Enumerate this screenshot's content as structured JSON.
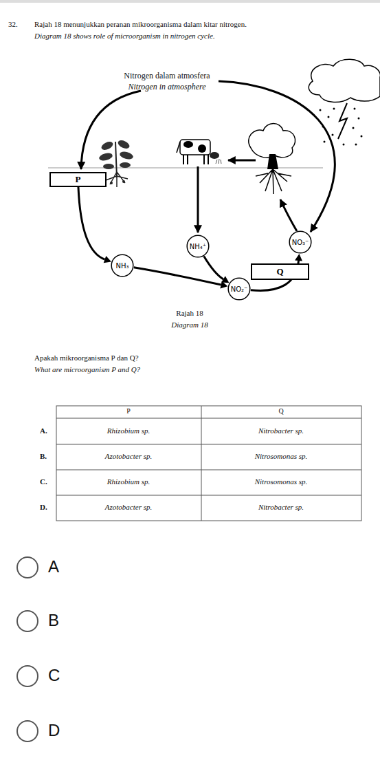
{
  "diagram": {
    "nodes": [
      {
        "text": [
          "P"
        ]
      },
      {
        "text": [
          "NH₄⁺"
        ]
      },
      {
        "text": [
          "NO₃⁻"
        ]
      },
      {
        "text": [
          "NH₃"
        ]
      },
      {
        "text": [
          "Q"
        ]
      },
      {
        "text": [
          "NO₂⁻"
        ]
      }
    ],
    "edges": [
      {
        "from": 0,
        "to": 3,
        "arrow": "to"
      },
      {
        "from": 3,
        "to": 5,
        "arrow": "to"
      },
      {
        "from": 1,
        "to": 5,
        "arrow": "to"
      },
      {
        "from": 5,
        "to": 2,
        "arrow": "to"
      }
    ],
    "labels": [
      "32.",
      "Rajah 18 menunjukkan peranan mikroorganisma dalam kitar nitrogen.",
      "Diagram 18 shows role of microorganism in nitrogen cycle.",
      "Nitrogen dalam atmosfera",
      "Nitrogen in atmosphere",
      "Rajah 18",
      "Diagram 18",
      "Apakah mikroorganisma P dan Q?",
      "What are microorganism P and Q?",
      "P",
      "Q",
      "A.",
      "Rhizobium sp.",
      "Nitrobacter sp.",
      "B.",
      "Azotobacter sp.",
      "Nitrosomonas sp.",
      "C.",
      "Rhizobium sp.",
      "Nitrosomonas sp.",
      "D.",
      "Azotobacter sp.",
      "Nitrobacter sp.",
      "A",
      "B",
      "C",
      "D"
    ]
  }
}
